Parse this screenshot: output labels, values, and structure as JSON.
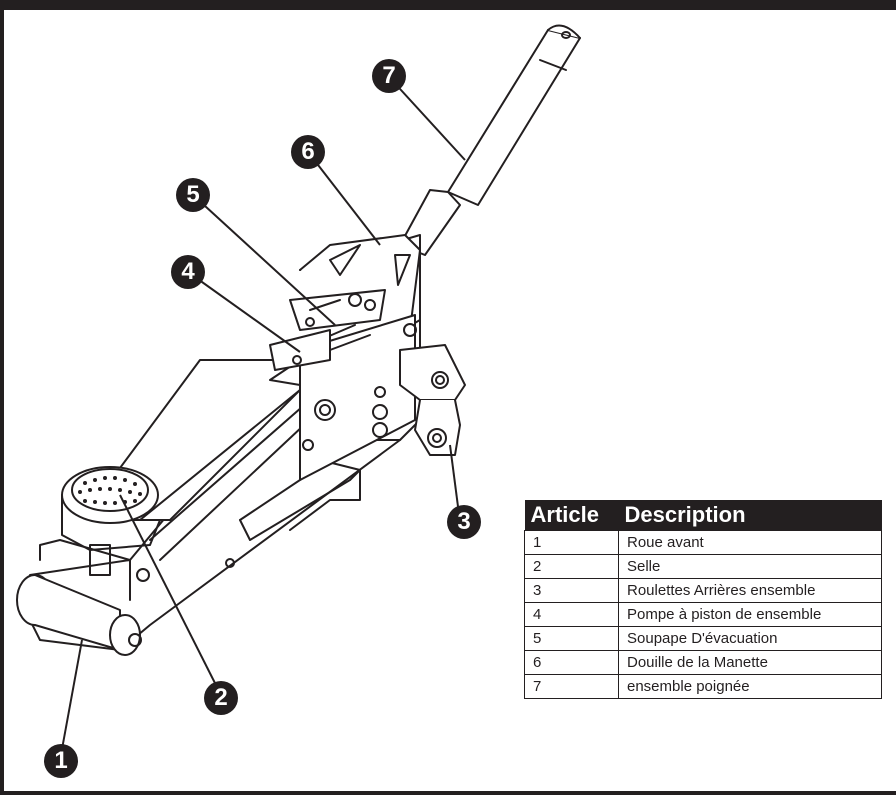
{
  "callouts": [
    {
      "id": "1"
    },
    {
      "id": "2"
    },
    {
      "id": "3"
    },
    {
      "id": "4"
    },
    {
      "id": "5"
    },
    {
      "id": "6"
    },
    {
      "id": "7"
    }
  ],
  "table": {
    "headers": {
      "article": "Article",
      "description": "Description"
    },
    "rows": [
      {
        "article": "1",
        "description": "Roue avant"
      },
      {
        "article": "2",
        "description": "Selle"
      },
      {
        "article": "3",
        "description": "Roulettes Arrières ensemble"
      },
      {
        "article": "4",
        "description": "Pompe à piston de ensemble"
      },
      {
        "article": "5",
        "description": "Soupape D'évacuation"
      },
      {
        "article": "6",
        "description": "Douille de la Manette"
      },
      {
        "article": "7",
        "description": "ensemble poignée"
      }
    ]
  }
}
